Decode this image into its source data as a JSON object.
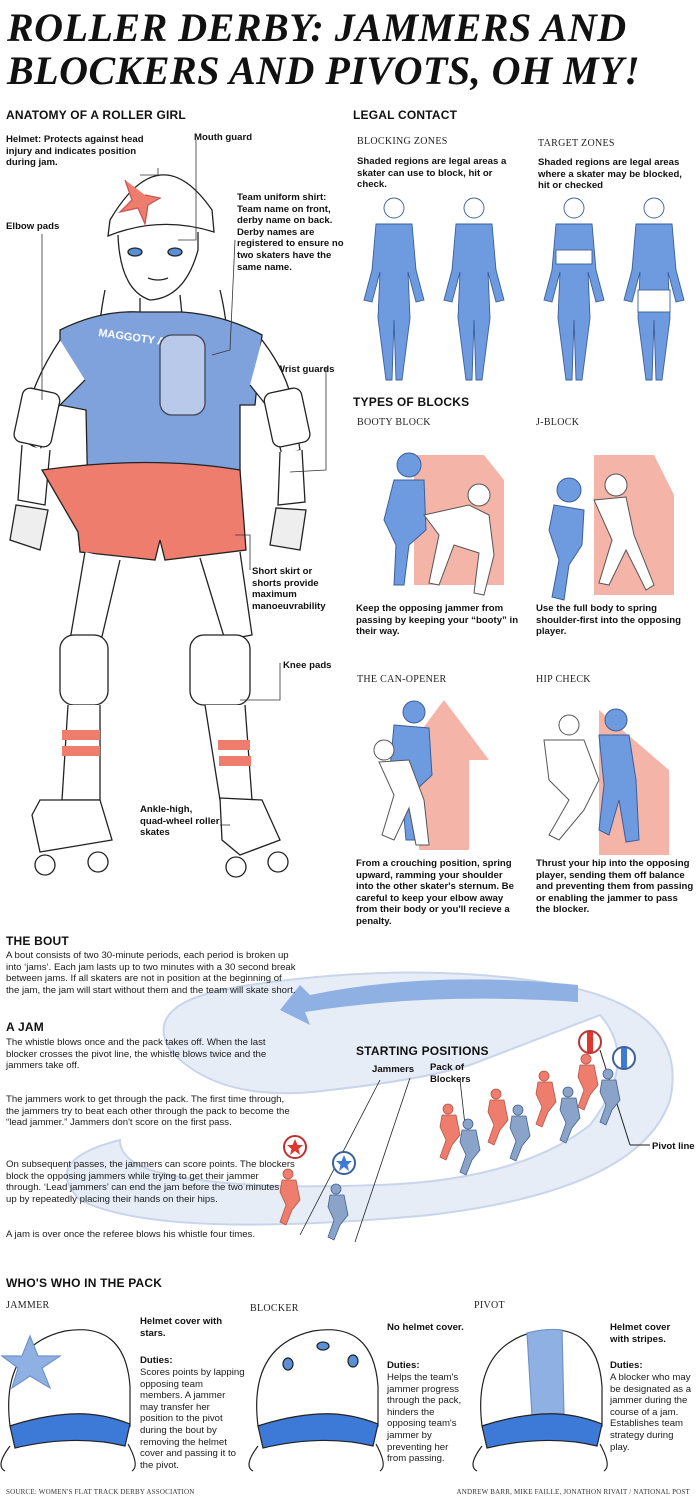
{
  "title": {
    "line1": "ROLLER DERBY: JAMMERS AND",
    "line2": "BLOCKERS AND PIVOTS, OH MY!"
  },
  "anatomy": {
    "heading": "ANATOMY OF A ROLLER GIRL",
    "helmet": "Helmet: Protects against head injury and indicates position during jam.",
    "mouthguard": "Mouth guard",
    "elbow": "Elbow pads",
    "shirt": "Team uniform shirt: Team name on front, derby name on back. Derby names are registered to ensure no two skaters have the same name.",
    "wrist": "Wrist guards",
    "shorts": "Short skirt or shorts provide maximum manoeuvrability",
    "knee": "Knee pads",
    "skates": "Ankle-high, quad-wheel roller skates",
    "shirt_print": "MAGGOTY ANNES"
  },
  "legal": {
    "heading": "LEGAL CONTACT",
    "blocking_title": "BLOCKING ZONES",
    "blocking_text": "Shaded regions are legal areas a skater can use to block, hit or check.",
    "target_title": "TARGET ZONES",
    "target_text": "Shaded regions are legal areas where a skater may be blocked, hit or checked"
  },
  "blocks": {
    "heading": "TYPES OF BLOCKS",
    "items": [
      {
        "title": "BOOTY BLOCK",
        "text": "Keep the opposing jammer from passing by keeping your “booty” in their way."
      },
      {
        "title": "J-BLOCK",
        "text": "Use the full body to spring shoulder-first into the opposing player."
      },
      {
        "title": "THE CAN-OPENER",
        "text": "From a crouching position, spring upward, ramming your shoulder into the other skater's sternum. Be careful to keep your elbow away from their body or you'll recieve a penalty."
      },
      {
        "title": "HIP CHECK",
        "text": "Thrust your hip into the opposing player, sending them off balance and preventing them from passing or enabling the jammer to pass the blocker."
      }
    ]
  },
  "bout": {
    "heading": "THE BOUT",
    "text": "A bout consists of two 30-minute periods, each period is broken up into ‘jams’. Each jam lasts up to two minutes with a 30 second break between jams. If all skaters are not in position at the beginning of the jam, the jam will start without them and the team will skate short."
  },
  "jam": {
    "heading": "A JAM",
    "p1": "The whistle blows once and the pack takes off. When the last blocker crosses the pivot line, the whistle blows twice and the jammers take off.",
    "p2": "The jammers work to get through the pack. The first time through, the jammers try to beat each other through the pack to become the “lead jammer.” Jammers don't score on the first pass.",
    "p3": "On subsequent passes, the jammers can score points. The blockers block the opposing jammers while trying to get their jammer through. ‘Lead jammers’ can end the jam before the two minutes are up by repeatedly placing their hands on their hips.",
    "p4": "A jam is over once the referee blows his whistle four times."
  },
  "positions": {
    "heading": "STARTING POSITIONS",
    "jammers": "Jammers",
    "pack": "Pack of Blockers",
    "pivot_line": "Pivot line"
  },
  "whos_who": {
    "heading": "WHO'S WHO IN THE PACK",
    "items": [
      {
        "title": "JAMMER",
        "bold": "Helmet cover with stars.",
        "duties_label": "Duties:",
        "duties": "Scores points by lapping opposing team members. A jammer may transfer her position to the pivot during the bout by removing the helmet cover and passing it to the pivot."
      },
      {
        "title": "BLOCKER",
        "bold": "No helmet cover.",
        "duties_label": "Duties:",
        "duties": "Helps the team's jammer progress through the pack, hinders the opposing team's jammer by preventing her from passing."
      },
      {
        "title": "PIVOT",
        "bold": "Helmet cover with stripes.",
        "duties_label": "Duties:",
        "duties": "A blocker who may be designated as a jammer during the course of a jam. Establishes team strategy during play."
      }
    ]
  },
  "footer": {
    "source": "SOURCE: WOMEN'S FLAT TRACK DERBY ASSOCIATION",
    "credit": "ANDREW BARR, MIKE FAILLE, JONATHON RIVAIT / NATIONAL POST"
  },
  "colors": {
    "blue": "#5b8fd6",
    "red": "#ee7d6e",
    "ink": "#111111"
  }
}
